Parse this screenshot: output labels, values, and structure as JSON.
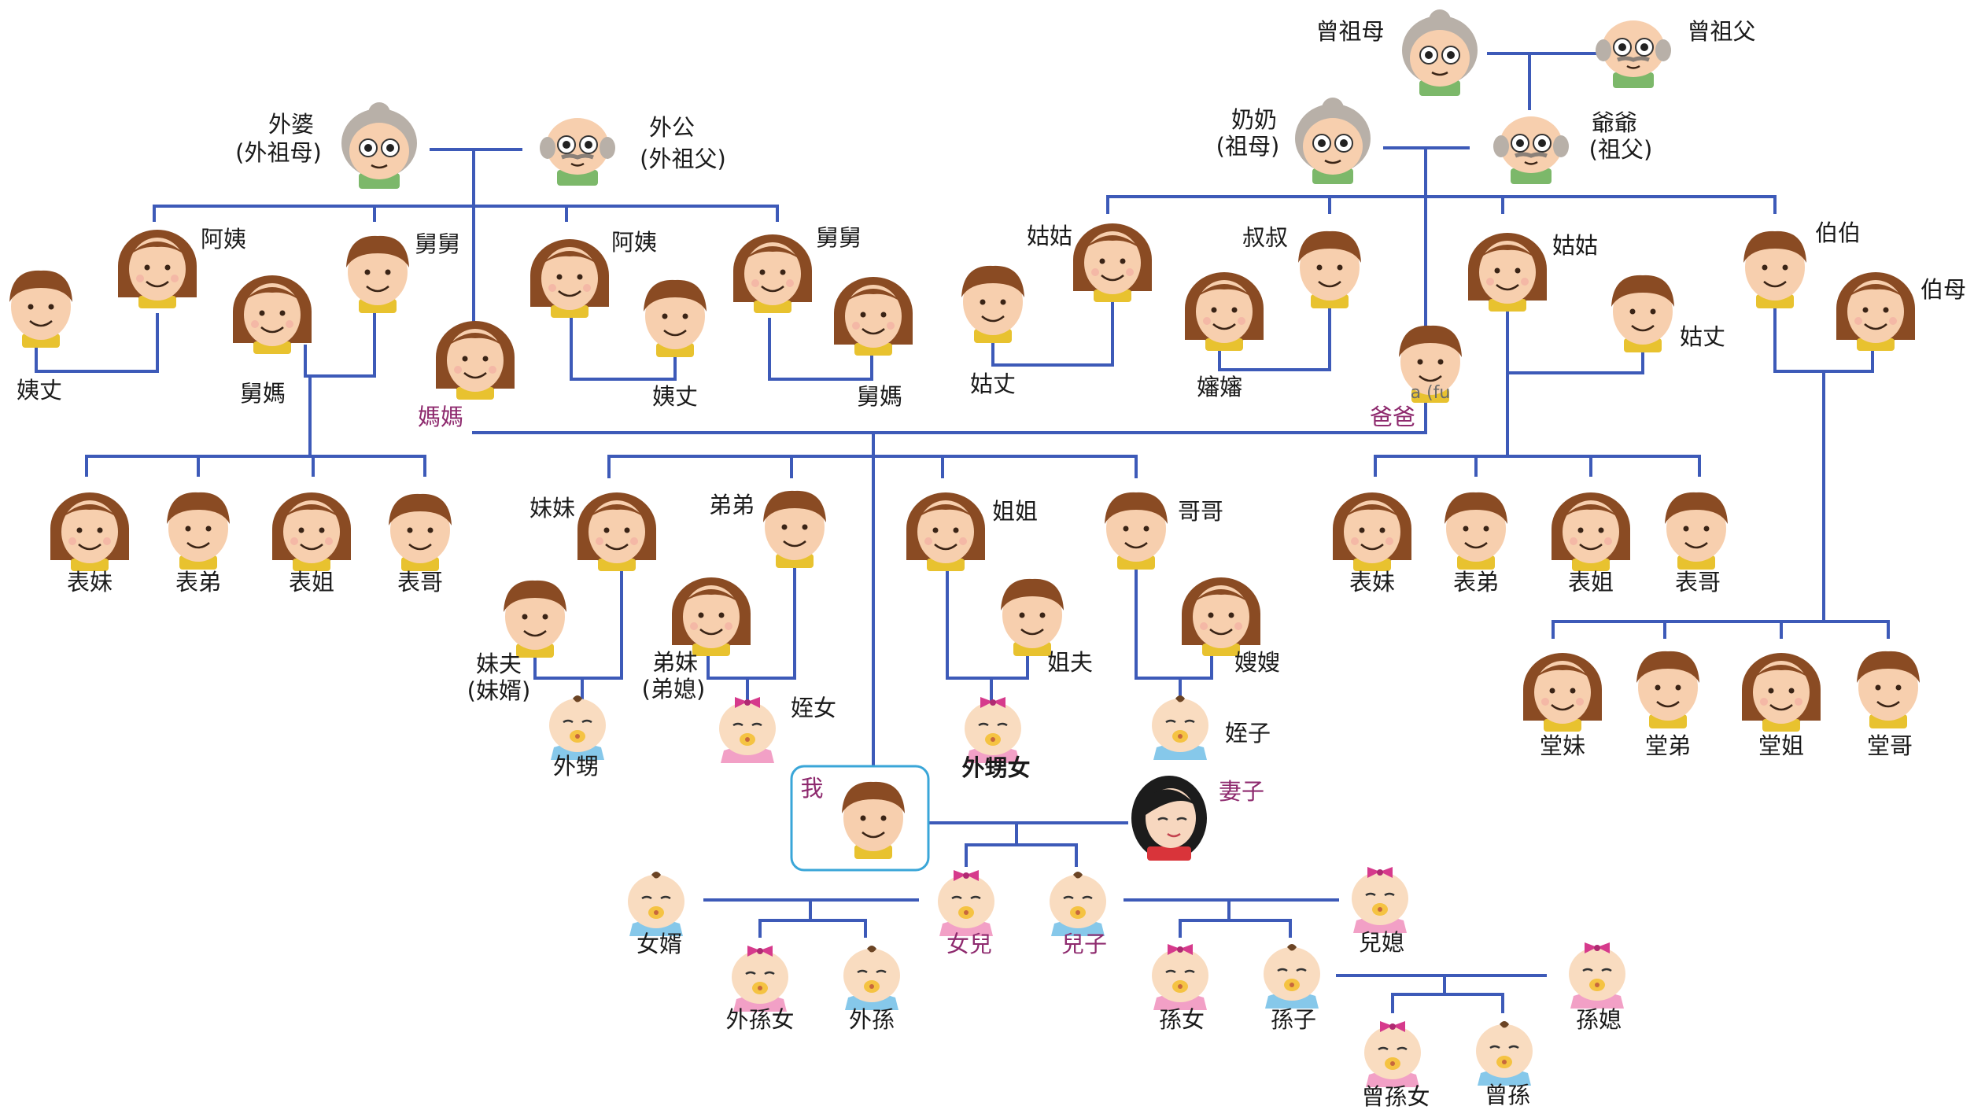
{
  "colors": {
    "line": "#3d5ab8",
    "text": "#1a1a1a",
    "highlight_text": "#8e2a6e",
    "me_box": "#3aa6d8",
    "skin": "#f7cfae",
    "hair_brown": "#8a4b23",
    "elder_hair": "#b8b0a8",
    "baby_skin": "#f9dcc0"
  },
  "people": {
    "great_grandmother": "曾祖母",
    "great_grandfather": "曾祖父",
    "maternal_grandmother": "外婆",
    "maternal_grandmother_alt": "(外祖母)",
    "maternal_grandfather": "外公",
    "maternal_grandfather_alt": "(外祖父)",
    "paternal_grandmother": "奶奶",
    "paternal_grandmother_alt": "(祖母)",
    "paternal_grandfather": "爺爺",
    "paternal_grandfather_alt": "(祖父)",
    "maternal_aunt_1": "阿姨",
    "maternal_uncle_1": "舅舅",
    "maternal_aunt_2": "阿姨",
    "maternal_uncle_2": "舅舅",
    "maternal_aunt_husband_1": "姨丈",
    "maternal_uncle_wife_1": "舅媽",
    "maternal_aunt_husband_2": "姨丈",
    "maternal_uncle_wife_2": "舅媽",
    "mother": "媽媽",
    "father": "爸爸",
    "father_fragment": "a (fu",
    "paternal_aunt_1": "姑姑",
    "paternal_aunt_husband_1": "姑丈",
    "paternal_uncle_younger": "叔叔",
    "paternal_uncle_younger_wife": "嬸嬸",
    "paternal_aunt_2": "姑姑",
    "paternal_aunt_husband_2": "姑丈",
    "paternal_uncle_elder": "伯伯",
    "paternal_uncle_elder_wife": "伯母",
    "cousin_m_sister_y": "表妹",
    "cousin_m_brother_y": "表弟",
    "cousin_m_sister_e": "表姐",
    "cousin_m_brother_e": "表哥",
    "cousin_f_sister_y": "表妹",
    "cousin_f_brother_y": "表弟",
    "cousin_f_sister_e": "表姐",
    "cousin_f_brother_e": "表哥",
    "cousin_t_sister_y": "堂妹",
    "cousin_t_brother_y": "堂弟",
    "cousin_t_sister_e": "堂姐",
    "cousin_t_brother_e": "堂哥",
    "younger_sister": "妹妹",
    "younger_sister_husband": "妹夫",
    "younger_sister_husband_alt": "(妹婿)",
    "younger_brother": "弟弟",
    "younger_brother_wife": "弟妹",
    "younger_brother_wife_alt": "(弟媳)",
    "elder_sister": "姐姐",
    "elder_sister_husband": "姐夫",
    "elder_brother": "哥哥",
    "elder_brother_wife": "嫂嫂",
    "nephew_sister_side": "外甥",
    "niece_brother_side": "姪女",
    "niece_sister_side": "外甥女",
    "nephew_brother_side": "姪子",
    "me": "我",
    "wife": "妻子",
    "daughter": "女兒",
    "son": "兒子",
    "son_in_law": "女婿",
    "daughter_in_law": "兒媳",
    "granddaughter_d": "外孫女",
    "grandson_d": "外孫",
    "granddaughter_s": "孫女",
    "grandson_s": "孫子",
    "grandson_wife": "孫媳",
    "great_granddaughter": "曾孫女",
    "great_grandson": "曾孫"
  }
}
